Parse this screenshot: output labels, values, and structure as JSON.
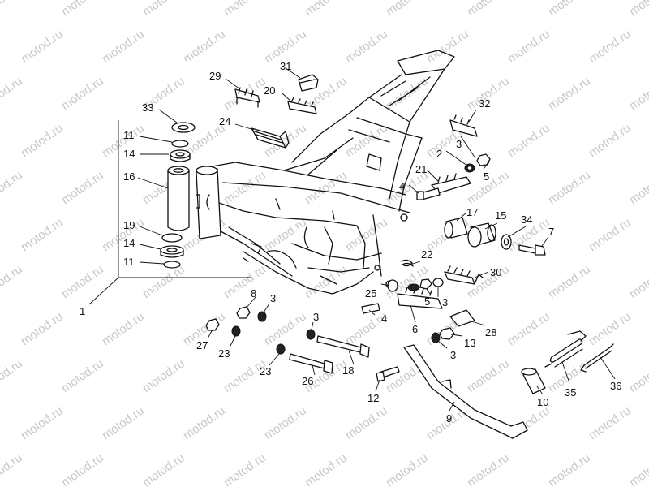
{
  "watermark": "motod.ru",
  "callouts": {
    "c1": "1",
    "c2": "2",
    "c3a": "3",
    "c3b": "3",
    "c3c": "3",
    "c3d": "3",
    "c3e": "3",
    "c4a": "4",
    "c4b": "4",
    "c5a": "5",
    "c5b": "5",
    "c6": "6",
    "c7": "7",
    "c8": "8",
    "c9": "9",
    "c10": "10",
    "c11a": "11",
    "c11b": "11",
    "c12": "12",
    "c13": "13",
    "c14a": "14",
    "c14b": "14",
    "c15": "15",
    "c16": "16",
    "c17": "17",
    "c18": "18",
    "c19": "19",
    "c20": "20",
    "c21": "21",
    "c22": "22",
    "c23a": "23",
    "c23b": "23",
    "c24": "24",
    "c25": "25",
    "c26": "26",
    "c27": "27",
    "c28": "28",
    "c29": "29",
    "c30": "30",
    "c31": "31",
    "c32": "32",
    "c33": "33",
    "c34": "34",
    "c35": "35",
    "c36": "36"
  }
}
